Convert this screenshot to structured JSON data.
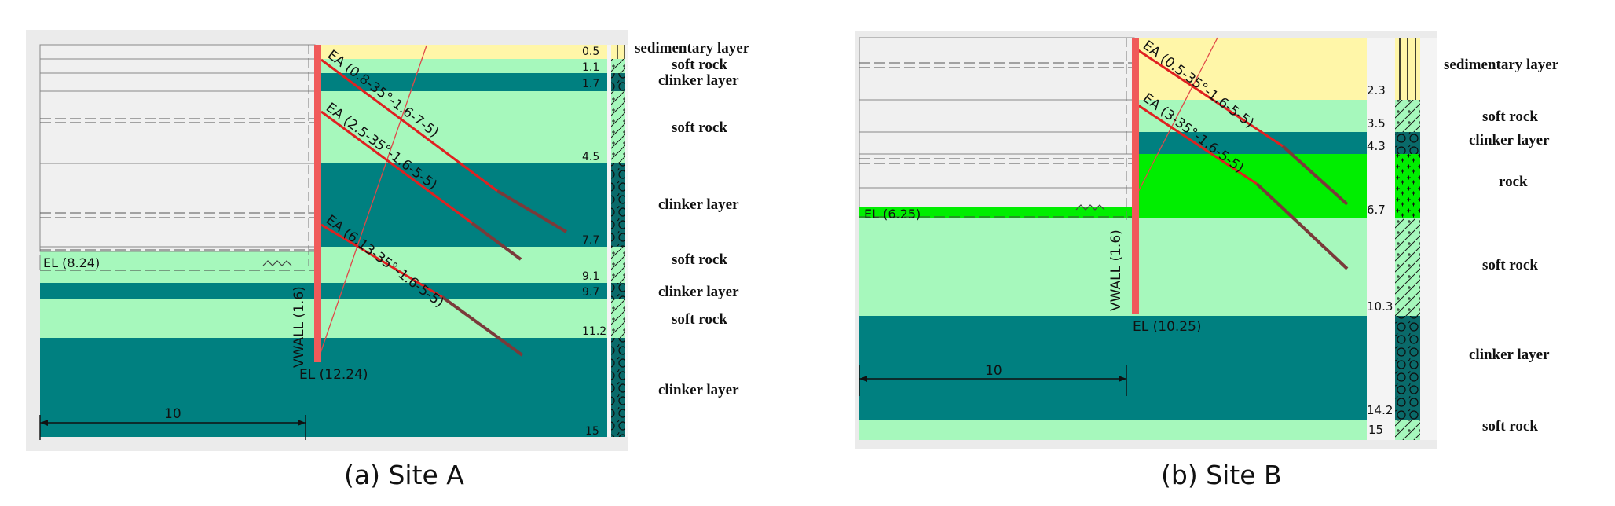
{
  "site_a": {
    "caption": "(a) Site A",
    "vwall": "VWALL (1.6)",
    "el_ground": "EL (8.24)",
    "el_toe": "EL (12.24)",
    "dimension": "10",
    "anchors": [
      "EA (0.8-35°-1.6-7-5)",
      "EA (2.5-35°-1.6-5-5)",
      "EA (6.13-35°-1.6-5-5)"
    ],
    "depths": [
      "0.5",
      "1.1",
      "1.7",
      "4.5",
      "7.7",
      "9.1",
      "9.7",
      "11.2",
      "15"
    ],
    "layers": [
      "sedimentary layer",
      "soft rock",
      "clinker layer",
      "soft rock",
      "clinker layer",
      "soft rock",
      "clinker layer",
      "soft rock",
      "clinker layer"
    ]
  },
  "site_b": {
    "caption": "(b) Site B",
    "vwall": "VWALL (1.6)",
    "el_ground": "EL (6.25)",
    "el_toe": "EL (10.25)",
    "dimension": "10",
    "anchors": [
      "EA (0.5-35°-1.6-5-5)",
      "EA (3-35°-1.6-5-5)"
    ],
    "depths": [
      "2.3",
      "3.5",
      "4.3",
      "6.7",
      "10.3",
      "14.2",
      "15"
    ],
    "layers": [
      "sedimentary layer",
      "soft rock",
      "clinker layer",
      "rock",
      "soft rock",
      "clinker layer",
      "soft rock"
    ]
  },
  "colors": {
    "sedimentary": "#fff6a8",
    "soft_rock": "#a6f8bc",
    "clinker": "#008080",
    "rock": "#00ee00",
    "wall": "#f05a5a",
    "anchor_free": "#e02020",
    "anchor_grout": "#7a3a3a",
    "excavated": "#f0f0f0"
  }
}
